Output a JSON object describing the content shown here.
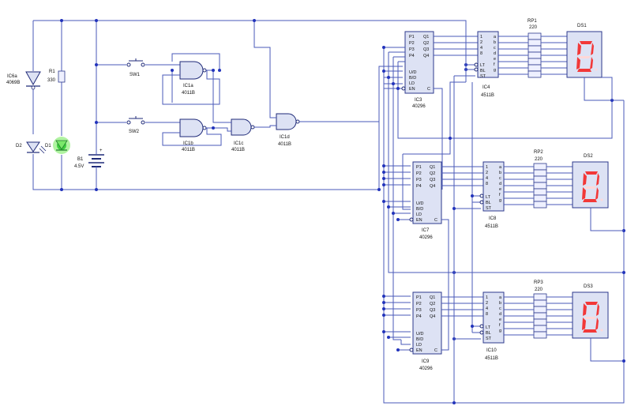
{
  "power": {
    "diode_ic6a": {
      "ref": "IC6a",
      "part": "4069B"
    },
    "resistor": {
      "ref": "R1",
      "value": "330"
    },
    "led_d2": {
      "ref": "D2"
    },
    "led_d1": {
      "ref": "D1"
    },
    "battery": {
      "ref": "B1",
      "value": "4.5V",
      "polarity": "+"
    }
  },
  "switches": [
    {
      "ref": "SW1"
    },
    {
      "ref": "SW2"
    }
  ],
  "gates": [
    {
      "ref": "IC1a",
      "part": "4011B"
    },
    {
      "ref": "IC1b",
      "part": "4011B"
    },
    {
      "ref": "IC1c",
      "part": "4011B"
    },
    {
      "ref": "IC1d",
      "part": "4011B"
    }
  ],
  "counters": [
    {
      "ref": "IC3",
      "part": "40296",
      "pins_left": [
        "P1",
        "P2",
        "P3",
        "P4"
      ],
      "pins_right": [
        "Q1",
        "Q2",
        "Q3",
        "Q4"
      ],
      "pins_ctrl": [
        "U/D",
        "B/D",
        "LD",
        "EN"
      ],
      "pin_c": "C"
    },
    {
      "ref": "IC7",
      "part": "40296",
      "pins_left": [
        "P1",
        "P2",
        "P3",
        "P4"
      ],
      "pins_right": [
        "Q1",
        "Q2",
        "Q3",
        "Q4"
      ],
      "pins_ctrl": [
        "U/D",
        "B/D",
        "LD",
        "EN"
      ],
      "pin_c": "C"
    },
    {
      "ref": "IC9",
      "part": "40296",
      "pins_left": [
        "P1",
        "P2",
        "P3",
        "P4"
      ],
      "pins_right": [
        "Q1",
        "Q2",
        "Q3",
        "Q4"
      ],
      "pins_ctrl": [
        "U/D",
        "B/D",
        "LD",
        "EN"
      ],
      "pin_c": "C"
    }
  ],
  "decoders": [
    {
      "ref": "IC4",
      "part": "4511B",
      "pins_left": [
        "1",
        "2",
        "4",
        "8"
      ],
      "pins_ctrl": [
        "LT",
        "BL",
        "ST"
      ],
      "pins_right": [
        "a",
        "b",
        "c",
        "d",
        "e",
        "f",
        "g"
      ]
    },
    {
      "ref": "IC8",
      "part": "4511B",
      "pins_left": [
        "1",
        "2",
        "4",
        "8"
      ],
      "pins_ctrl": [
        "LT",
        "BL",
        "ST"
      ],
      "pins_right": [
        "a",
        "b",
        "c",
        "d",
        "e",
        "f",
        "g"
      ]
    },
    {
      "ref": "IC10",
      "part": "4511B",
      "pins_left": [
        "1",
        "2",
        "4",
        "8"
      ],
      "pins_ctrl": [
        "LT",
        "BL",
        "ST"
      ],
      "pins_right": [
        "a",
        "b",
        "c",
        "d",
        "e",
        "f",
        "g"
      ]
    }
  ],
  "resistor_packs": [
    {
      "ref": "RP1",
      "value": "220"
    },
    {
      "ref": "RP2",
      "value": "220"
    },
    {
      "ref": "RP3",
      "value": "220"
    }
  ],
  "displays": [
    {
      "ref": "DS1",
      "digit": "0"
    },
    {
      "ref": "DS2",
      "digit": "0"
    },
    {
      "ref": "DS3",
      "digit": "0"
    }
  ]
}
